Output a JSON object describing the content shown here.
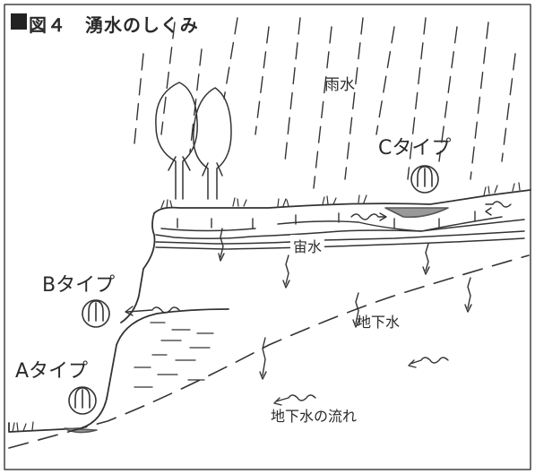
{
  "figure": {
    "title": "図４　湧水のしくみ",
    "labels": {
      "rain": "雨水",
      "type_c": "Cタイプ",
      "type_b": "Bタイプ",
      "type_a": "Aタイプ",
      "perched_water": "宙水",
      "groundwater": "地下水",
      "groundwater_flow": "地下水の流れ"
    }
  }
}
